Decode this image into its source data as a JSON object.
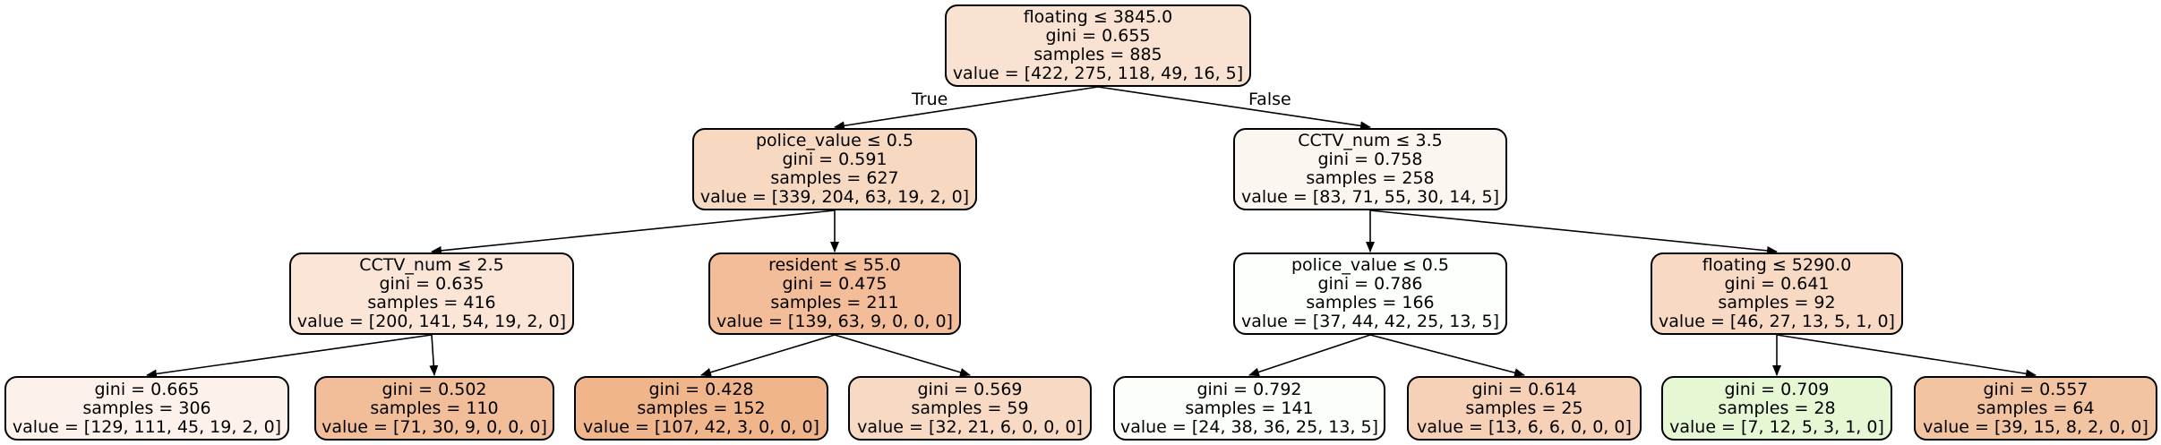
{
  "tree": {
    "nodes": [
      {
        "id": "n0",
        "lines": [
          "floating ≤ 3845.0",
          "gini = 0.655",
          "samples = 885",
          "value = [422, 275, 118, 49, 16, 5]"
        ],
        "color": "#f9e2d1"
      },
      {
        "id": "n1",
        "lines": [
          "police_value ≤ 0.5",
          "gini = 0.591",
          "samples = 627",
          "value = [339, 204, 63, 19, 2, 0]"
        ],
        "color": "#f7d8c1"
      },
      {
        "id": "n2",
        "lines": [
          "CCTV_num ≤ 3.5",
          "gini = 0.758",
          "samples = 258",
          "value = [83, 71, 55, 30, 14, 5]"
        ],
        "color": "#fcf6f1"
      },
      {
        "id": "n3",
        "lines": [
          "CCTV_num ≤ 2.5",
          "gini = 0.635",
          "samples = 416",
          "value = [200, 141, 54, 19, 2, 0]"
        ],
        "color": "#fae5d7"
      },
      {
        "id": "n4",
        "lines": [
          "resident ≤ 55.0",
          "gini = 0.475",
          "samples = 211",
          "value = [139, 63, 9, 0, 0, 0]"
        ],
        "color": "#f2bd98"
      },
      {
        "id": "n5",
        "lines": [
          "police_value ≤ 0.5",
          "gini = 0.786",
          "samples = 166",
          "value = [37, 44, 42, 25, 13, 5]"
        ],
        "color": "#fdfffc"
      },
      {
        "id": "n6",
        "lines": [
          "floating ≤ 5290.0",
          "gini = 0.641",
          "samples = 92",
          "value = [46, 27, 13, 5, 1, 0]"
        ],
        "color": "#f7d9c4"
      },
      {
        "id": "n7",
        "lines": [
          "gini = 0.665",
          "samples = 306",
          "value = [129, 111, 45, 19, 2, 0]"
        ],
        "color": "#fcf2eb"
      },
      {
        "id": "n8",
        "lines": [
          "gini = 0.502",
          "samples = 110",
          "value = [71, 30, 9, 0, 0, 0]"
        ],
        "color": "#f2be99"
      },
      {
        "id": "n9",
        "lines": [
          "gini = 0.428",
          "samples = 152",
          "value = [107, 42, 3, 0, 0, 0]"
        ],
        "color": "#f0b58a"
      },
      {
        "id": "n10",
        "lines": [
          "gini = 0.569",
          "samples = 59",
          "value = [32, 21, 6, 0, 0, 0]"
        ],
        "color": "#f7d9c4"
      },
      {
        "id": "n11",
        "lines": [
          "gini = 0.792",
          "samples = 141",
          "value = [24, 38, 36, 25, 13, 5]"
        ],
        "color": "#fcfefa"
      },
      {
        "id": "n12",
        "lines": [
          "gini = 0.614",
          "samples = 25",
          "value = [13, 6, 6, 0, 0, 0]"
        ],
        "color": "#f6d1b7"
      },
      {
        "id": "n13",
        "lines": [
          "gini = 0.709",
          "samples = 28",
          "value = [7, 12, 5, 3, 1, 0]"
        ],
        "color": "#e5f8d3"
      },
      {
        "id": "n14",
        "lines": [
          "gini = 0.557",
          "samples = 64",
          "value = [39, 15, 8, 2, 0, 0]"
        ],
        "color": "#f3c4a2"
      }
    ],
    "edges": [
      {
        "from": "n0",
        "to": "n1",
        "label": "True"
      },
      {
        "from": "n0",
        "to": "n2",
        "label": "False"
      },
      {
        "from": "n1",
        "to": "n3"
      },
      {
        "from": "n1",
        "to": "n4"
      },
      {
        "from": "n2",
        "to": "n5"
      },
      {
        "from": "n2",
        "to": "n6"
      },
      {
        "from": "n3",
        "to": "n7"
      },
      {
        "from": "n3",
        "to": "n8"
      },
      {
        "from": "n4",
        "to": "n9"
      },
      {
        "from": "n4",
        "to": "n10"
      },
      {
        "from": "n5",
        "to": "n11"
      },
      {
        "from": "n5",
        "to": "n12"
      },
      {
        "from": "n6",
        "to": "n13"
      },
      {
        "from": "n6",
        "to": "n14"
      }
    ]
  }
}
